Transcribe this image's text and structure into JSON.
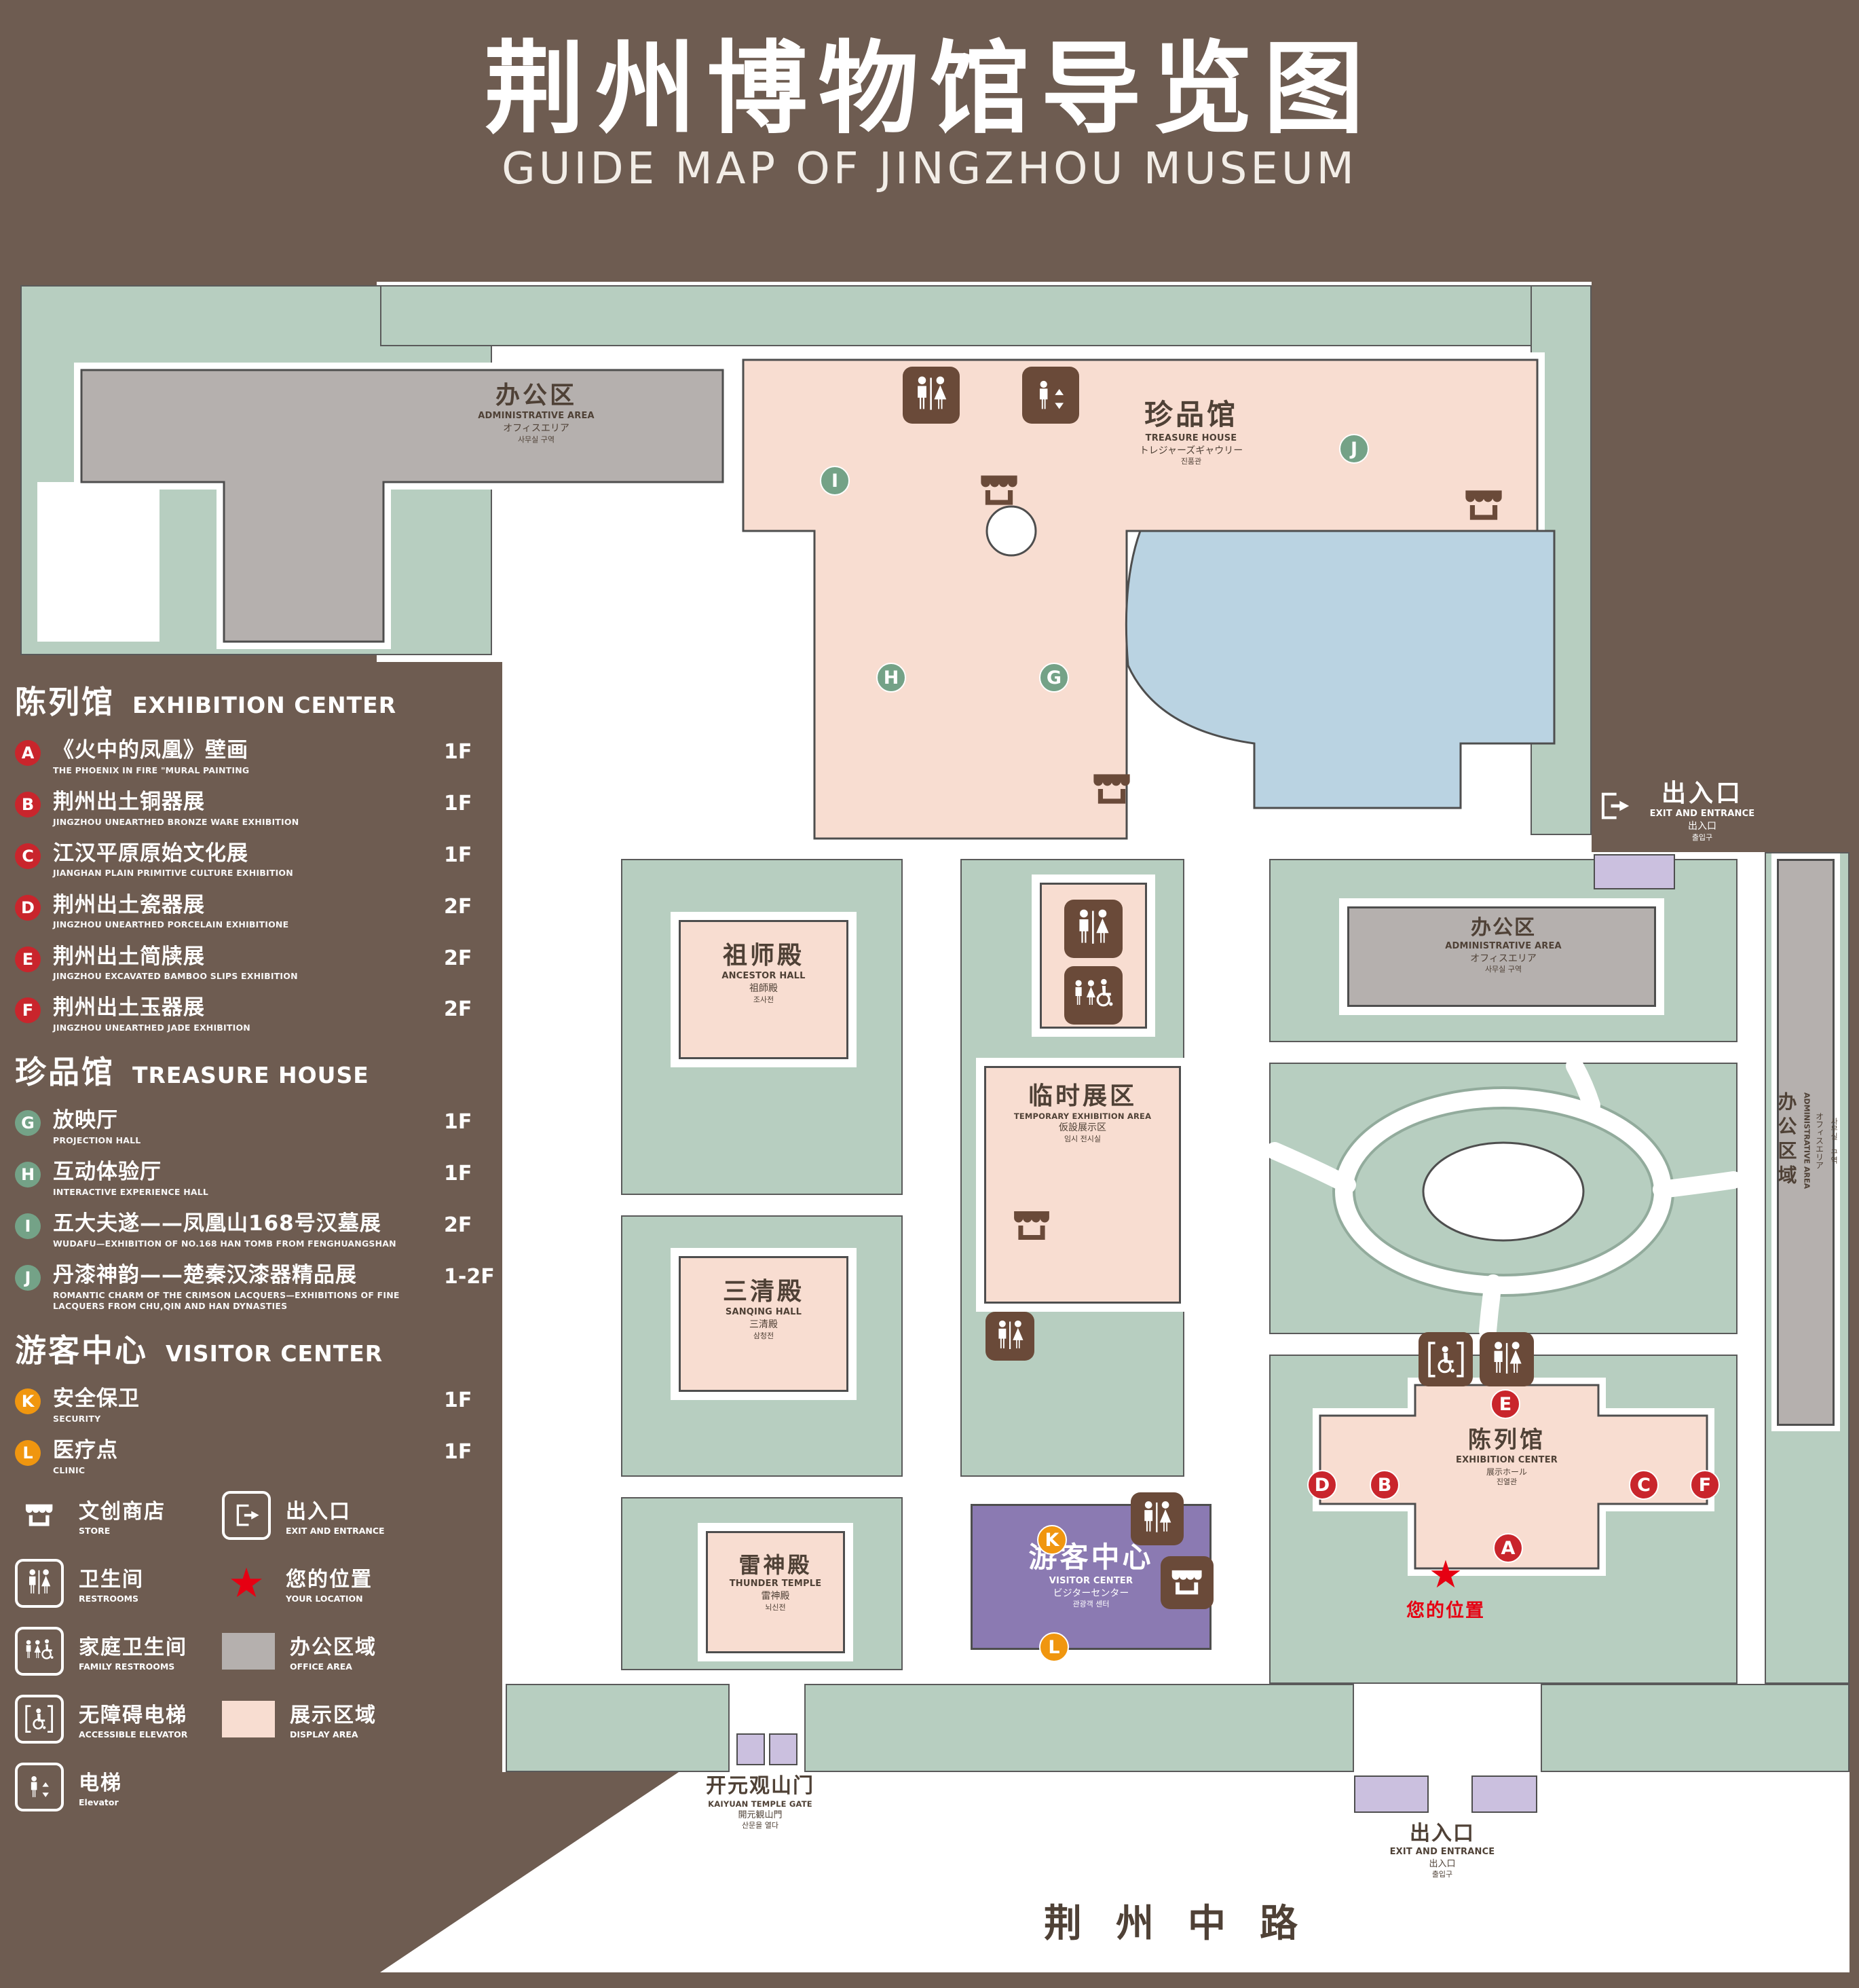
{
  "title": {
    "zh": "荆州博物馆导览图",
    "en": "GUIDE MAP OF JINGZHOU MUSEUM"
  },
  "colors": {
    "background": "#6e5c51",
    "lawn": "#b7cec0",
    "display_area": "#f8ddd1",
    "office_area": "#b5b0ae",
    "water": "#bad3e2",
    "visitor_center": "#8b7ab2",
    "entrance_building": "#cbc0df",
    "marker_red": "#c9252c",
    "marker_green": "#74a287",
    "marker_orange": "#f0960f",
    "location_red": "#e60012",
    "icon_brown": "#6a4a39"
  },
  "sidebar": {
    "sections": [
      {
        "zh": "陈列馆",
        "en": "EXHIBITION CENTER",
        "items": [
          {
            "letter": "A",
            "zh": "《火中的凤凰》壁画",
            "en": "THE PHOENIX IN FIRE \"MURAL PAINTING",
            "floor": "1F"
          },
          {
            "letter": "B",
            "zh": "荆州出土铜器展",
            "en": "JINGZHOU UNEARTHED BRONZE WARE EXHIBITION",
            "floor": "1F"
          },
          {
            "letter": "C",
            "zh": "江汉平原原始文化展",
            "en": "JIANGHAN PLAIN PRIMITIVE CULTURE EXHIBITION",
            "floor": "1F"
          },
          {
            "letter": "D",
            "zh": "荆州出土瓷器展",
            "en": "JINGZHOU UNEARTHED PORCELAIN EXHIBITIONE",
            "floor": "2F"
          },
          {
            "letter": "E",
            "zh": "荆州出土简牍展",
            "en": "JINGZHOU EXCAVATED BAMBOO SLIPS EXHIBITION",
            "floor": "2F"
          },
          {
            "letter": "F",
            "zh": "荆州出土玉器展",
            "en": "JINGZHOU UNEARTHED JADE EXHIBITION",
            "floor": "2F"
          }
        ]
      },
      {
        "zh": "珍品馆",
        "en": "TREASURE HOUSE",
        "items": [
          {
            "letter": "G",
            "zh": "放映厅",
            "en": "PROJECTION HALL",
            "floor": "1F"
          },
          {
            "letter": "H",
            "zh": "互动体验厅",
            "en": "INTERACTIVE EXPERIENCE HALL",
            "floor": "1F"
          },
          {
            "letter": "I",
            "zh": "五大夫遂——凤凰山168号汉墓展",
            "en": "WUDAFU—EXHIBITION OF NO.168 HAN TOMB FROM FENGHUANGSHAN",
            "floor": "2F"
          },
          {
            "letter": "J",
            "zh": "丹漆神韵——楚秦汉漆器精品展",
            "en": "ROMANTIC CHARM OF THE CRIMSON LACQUERS—EXHIBITIONS OF FINE LACQUERS FROM CHU,QIN AND HAN DYNASTIES",
            "floor": "1-2F"
          }
        ]
      },
      {
        "zh": "游客中心",
        "en": "VISITOR CENTER",
        "items": [
          {
            "letter": "K",
            "zh": "安全保卫",
            "en": "SECURITY",
            "floor": "1F"
          },
          {
            "letter": "L",
            "zh": "医疗点",
            "en": "CLINIC",
            "floor": "1F"
          }
        ]
      }
    ],
    "legend": {
      "store": {
        "zh": "文创商店",
        "en": "STORE"
      },
      "exit": {
        "zh": "出入口",
        "en": "EXIT AND ENTRANCE"
      },
      "restroom": {
        "zh": "卫生间",
        "en": "RESTROOMS"
      },
      "location": {
        "zh": "您的位置",
        "en": "YOUR LOCATION"
      },
      "family": {
        "zh": "家庭卫生间",
        "en": "FAMILY RESTROOMS"
      },
      "office": {
        "zh": "办公区域",
        "en": "OFFICE AREA"
      },
      "accessible": {
        "zh": "无障碍电梯",
        "en": "ACCESSIBLE ELEVATOR"
      },
      "display": {
        "zh": "展示区域",
        "en": "DISPLAY AREA"
      },
      "elevator": {
        "zh": "电梯",
        "en": "Elevator"
      }
    }
  },
  "map": {
    "admin_nw": {
      "zh": "办公区",
      "en": "ADMINISTRATIVE AREA",
      "ja": "オフィスエリア",
      "ko": "사무실 구역"
    },
    "treasure": {
      "zh": "珍品馆",
      "en": "TREASURE HOUSE",
      "ja": "トレジャーズギャウリー",
      "ko": "진품관"
    },
    "exit_top": {
      "zh": "出入口",
      "en": "EXIT AND ENTRANCE",
      "ja": "出入口",
      "ko": "출입구"
    },
    "ancestor": {
      "zh": "祖师殿",
      "en": "ANCESTOR HALL",
      "ja": "祖師殿",
      "ko": "조사전"
    },
    "admin_e": {
      "zh": "办公区",
      "en": "ADMINISTRATIVE AREA",
      "ja": "オフィスエリア",
      "ko": "사무실 구역"
    },
    "temp": {
      "zh": "临时展区",
      "en": "TEMPORARY EXHIBITION AREA",
      "ja": "仮設展示区",
      "ko": "임시 전시실"
    },
    "sanqing": {
      "zh": "三清殿",
      "en": "SANQING HALL",
      "ja": "三清殿",
      "ko": "삼청전"
    },
    "exhibition": {
      "zh": "陈列馆",
      "en": "EXHIBITION CENTER",
      "ja": "展示ホール",
      "ko": "진열관"
    },
    "thunder": {
      "zh": "雷神殿",
      "en": "THUNDER TEMPLE",
      "ja": "雷神殿",
      "ko": "뇌신전"
    },
    "visitor": {
      "zh": "游客中心",
      "en": "VISITOR CENTER",
      "ja": "ビジターセンター",
      "ko": "관광객 센터"
    },
    "gate": {
      "zh": "开元观山门",
      "en": "KAIYUAN TEMPLE GATE",
      "ja": "開元観山門",
      "ko": "산문을 열다"
    },
    "exit_bottom": {
      "zh": "出入口",
      "en": "EXIT AND ENTRANCE",
      "ja": "出入口",
      "ko": "출입구"
    },
    "admin_right": {
      "zh": "办公区域",
      "en": "ADMINISTRATIVE AREA",
      "ja": "オフィスエリア",
      "ko": "사무실 구역"
    },
    "your_location": "您的位置",
    "road": "荆州中路"
  }
}
